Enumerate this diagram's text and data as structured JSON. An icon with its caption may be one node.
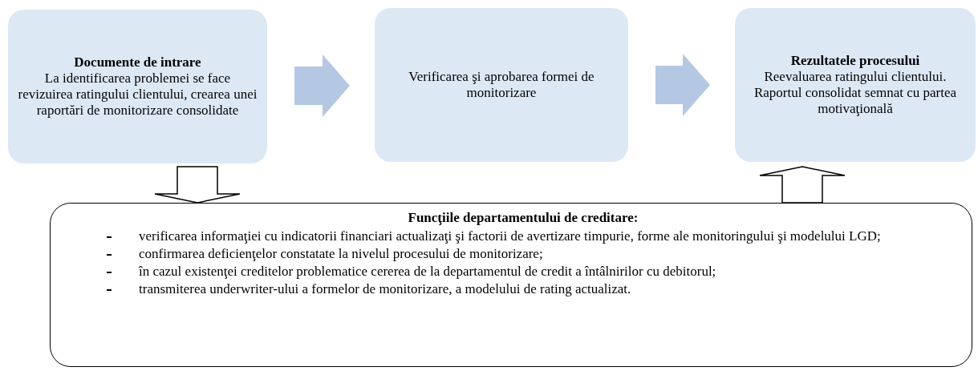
{
  "diagram": {
    "nodes": [
      {
        "text": [
          "Documente de intrare",
          "La identificarea problemei se face revizuirea ratingului clientului, crearea unei raportări de monitorizare consolidate"
        ]
      },
      {
        "text": [
          "Verificarea şi aprobarea formei de monitorizare"
        ]
      },
      {
        "text": [
          "Rezultatele procesului",
          "Reevaluarea ratingului clientului. Raportul consolidat semnat cu partea motivaţională"
        ]
      },
      {
        "text": [
          "Funcţiile departamentului de creditare:",
          "verificarea informaţiei cu indicatorii financiari actualizaţi şi factorii de avertizare timpurie, forme ale monitoringului şi modelului LGD;",
          "confirmarea deficienţelor constatate la nivelul procesului de monitorizare;",
          "în cazul existenţei creditelor problematice cererea de la departamentul de credit a întâlnirilor cu debitorul;",
          "transmiterea underwriter-ului a formelor de monitorizare, a modelului de rating actualizat."
        ]
      }
    ],
    "edges": [
      {
        "from": 0,
        "to": 1,
        "arrow": "to"
      },
      {
        "from": 1,
        "to": 2,
        "arrow": "to"
      },
      {
        "from": 0,
        "to": 3,
        "arrow": "to"
      },
      {
        "from": 3,
        "to": 2,
        "arrow": "to"
      }
    ]
  }
}
